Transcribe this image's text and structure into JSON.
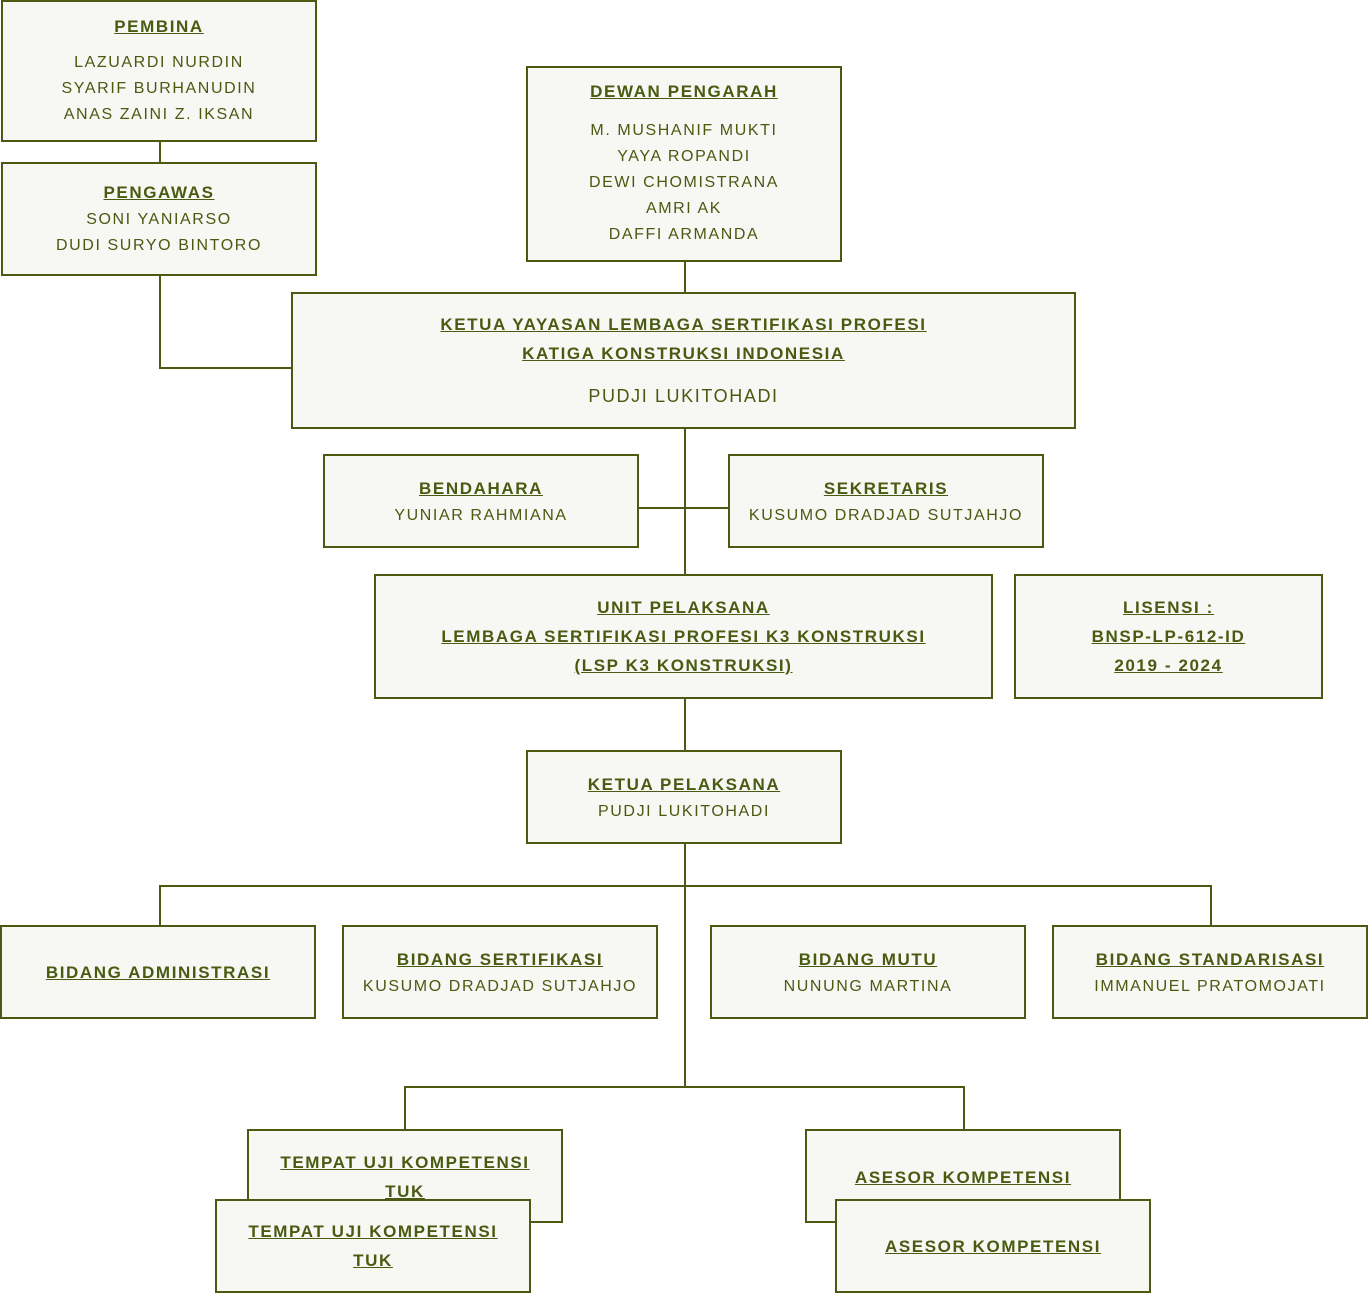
{
  "pembina": {
    "title": "PEMBINA",
    "names": [
      "LAZUARDI NURDIN",
      "SYARIF BURHANUDIN",
      "ANAS ZAINI Z. IKSAN"
    ]
  },
  "pengawas": {
    "title": "PENGAWAS",
    "names": [
      "SONI YANIARSO",
      "DUDI SURYO BINTORO"
    ]
  },
  "dewan_pengarah": {
    "title": "DEWAN PENGARAH",
    "names": [
      "M. MUSHANIF MUKTI",
      "YAYA ROPANDI",
      "DEWI CHOMISTRANA",
      "AMRI AK",
      "DAFFI ARMANDA"
    ]
  },
  "ketua_yayasan": {
    "title_line1": "KETUA YAYASAN LEMBAGA SERTIFIKASI PROFESI",
    "title_line2": "KATIGA KONSTRUKSI INDONESIA",
    "name": "PUDJI LUKITOHADI"
  },
  "bendahara": {
    "title": "BENDAHARA",
    "name": "YUNIAR RAHMIANA"
  },
  "sekretaris": {
    "title": "SEKRETARIS",
    "name": "KUSUMO DRADJAD SUTJAHJO"
  },
  "unit_pelaksana": {
    "line1": "UNIT PELAKSANA",
    "line2": "LEMBAGA SERTIFIKASI PROFESI K3 KONSTRUKSI",
    "line3": "(LSP K3 KONSTRUKSI)"
  },
  "lisensi": {
    "line1": "LISENSI :",
    "line2": "BNSP-LP-612-ID",
    "line3": "2019 - 2024"
  },
  "ketua_pelaksana": {
    "title": "KETUA PELAKSANA",
    "name": "PUDJI LUKITOHADI"
  },
  "bidang": [
    {
      "title": "BIDANG ADMINISTRASI",
      "name": ""
    },
    {
      "title": "BIDANG SERTIFIKASI",
      "name": "KUSUMO DRADJAD SUTJAHJO"
    },
    {
      "title": "BIDANG MUTU",
      "name": "NUNUNG MARTINA"
    },
    {
      "title": "BIDANG STANDARISASI",
      "name": "IMMANUEL PRATOMOJATI"
    }
  ],
  "tuk": {
    "line1": "TEMPAT UJI KOMPETENSI",
    "line2": "TUK"
  },
  "asesor": {
    "title": "ASESOR KOMPETENSI"
  },
  "colors": {
    "line": "#4a5a10",
    "box_bg": "#f7f7f4",
    "text": "#4a5a10"
  }
}
